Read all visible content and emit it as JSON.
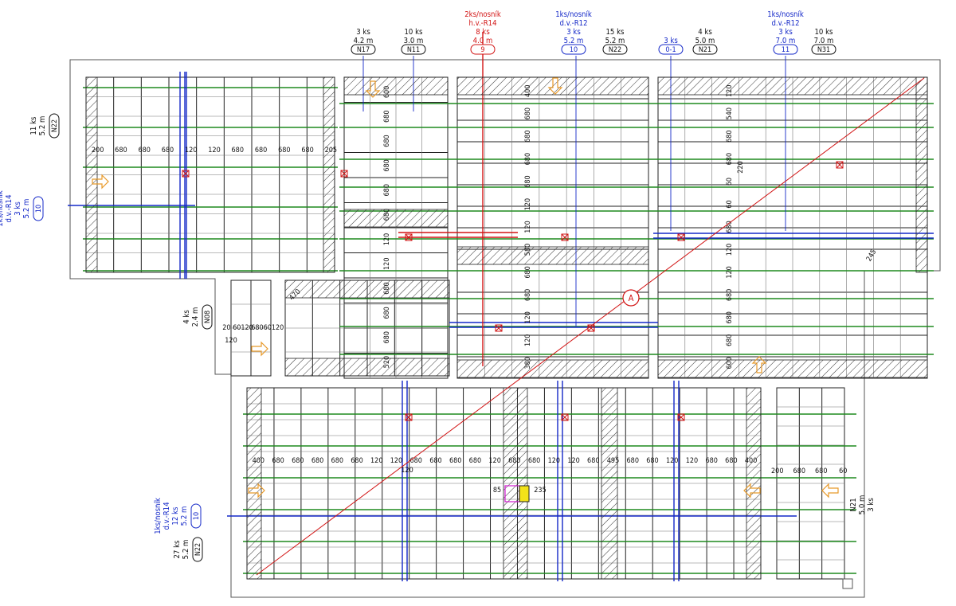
{
  "colors": {
    "beam_green": "#1f8a1f",
    "beam_blue": "#1428c8",
    "beam_red": "#d21414",
    "text_black": "#111111",
    "text_blue": "#1428c8",
    "text_red": "#d21414",
    "direction_arrow": "#e89a2a",
    "hatch": "#333333"
  },
  "callouts_top": [
    {
      "id": "c1",
      "lines": [
        "3 ks",
        "4.2 m"
      ],
      "tag": "N17",
      "color": "black"
    },
    {
      "id": "c2",
      "lines": [
        "10 ks",
        "3.0 m"
      ],
      "tag": "N11",
      "color": "black"
    },
    {
      "id": "c3",
      "lines": [
        "2ks/nosník",
        "h.v.-R14",
        "8 ks",
        "4.0 m"
      ],
      "tag": "9",
      "color": "red"
    },
    {
      "id": "c4",
      "lines": [
        "1ks/nosník",
        "d.v.-R12",
        "3 ks",
        "5.2 m"
      ],
      "tag": "10",
      "color": "blue"
    },
    {
      "id": "c5",
      "lines": [
        "15 ks",
        "5.2 m"
      ],
      "tag": "N22",
      "color": "black"
    },
    {
      "id": "c6",
      "lines": [
        "3 ks"
      ],
      "tag": "0-1",
      "color": "blue"
    },
    {
      "id": "c7",
      "lines": [
        "4 ks",
        "5.0 m"
      ],
      "tag": "N21",
      "color": "black"
    },
    {
      "id": "c8",
      "lines": [
        "1ks/nosník",
        "d.v.-R12",
        "3 ks",
        "7.0 m"
      ],
      "tag": "11",
      "color": "blue"
    },
    {
      "id": "c9",
      "lines": [
        "10 ks",
        "7.0 m"
      ],
      "tag": "N31",
      "color": "black"
    }
  ],
  "callouts_side": [
    {
      "id": "s1",
      "lines": [
        "11 ks",
        "5.2 m"
      ],
      "tag": "N22",
      "color": "black"
    },
    {
      "id": "s2",
      "lines": [
        "1ks/nosník",
        "d.v.-R14",
        "3 ks",
        "5.2 m"
      ],
      "tag": "10",
      "color": "blue"
    },
    {
      "id": "s3",
      "lines": [
        "4 ks",
        "2.4 m"
      ],
      "tag": "N08",
      "color": "black"
    },
    {
      "id": "s4",
      "lines": [
        "1ks/nosník",
        "d.v.-R14",
        "12 ks",
        "5.2 m"
      ],
      "tag": "10",
      "color": "blue"
    },
    {
      "id": "s5",
      "lines": [
        "27 ks",
        "5.2 m"
      ],
      "tag": "N22",
      "color": "black"
    },
    {
      "id": "s6",
      "lines": [
        "N21",
        "5.0 m",
        "3 ks"
      ],
      "tag": "",
      "color": "black"
    }
  ],
  "section_marker": "A",
  "dimensions": {
    "row1": [
      "200",
      "680",
      "680",
      "680",
      "120",
      "120",
      "680",
      "680",
      "680",
      "680",
      "205"
    ],
    "col_mid": [
      "600",
      "680",
      "680",
      "680",
      "680",
      "680",
      "120",
      "120",
      "680",
      "680",
      "680",
      "520"
    ],
    "col_center": [
      "400",
      "680",
      "680",
      "680",
      "680",
      "120",
      "120",
      "580",
      "680",
      "680",
      "120",
      "120",
      "380"
    ],
    "col_right": [
      "120",
      "540",
      "680",
      "680",
      "60",
      "60",
      "680",
      "120",
      "120",
      "680",
      "680",
      "680",
      "600"
    ],
    "row_bottom": [
      "400",
      "680",
      "680",
      "680",
      "680",
      "680",
      "120",
      "120",
      "680",
      "680",
      "680",
      "680",
      "120",
      "680",
      "680",
      "120",
      "120",
      "680",
      "495",
      "680",
      "680",
      "120",
      "120",
      "680",
      "680",
      "400"
    ],
    "right_block": [
      "200",
      "680",
      "680",
      "60"
    ],
    "small_block": [
      "20",
      "60",
      "120",
      "680",
      "60",
      "120"
    ],
    "misc": [
      "470",
      "245",
      "220",
      "85",
      "235",
      "120",
      "120"
    ]
  }
}
